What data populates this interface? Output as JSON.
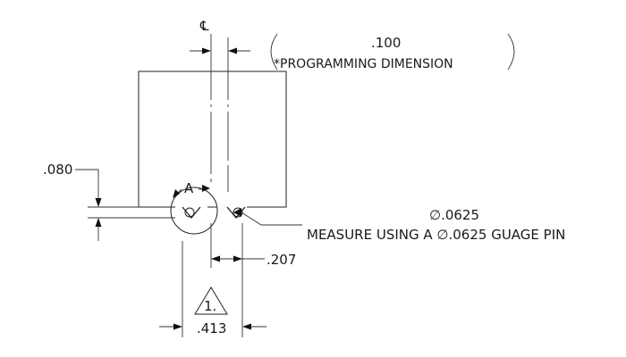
{
  "drawing": {
    "centerline_symbol": "℄",
    "top_dimension": ".100",
    "top_dimension_note": "*PROGRAMMING DIMENSION",
    "left_dimension": ".080",
    "detail_label": "A",
    "diameter_callout": "∅.0625",
    "measure_note": "MEASURE USING A ∅.0625 GUAGE PIN",
    "right_dimension": ".207",
    "bottom_dimension": ".413",
    "triangle_flag": "1."
  }
}
